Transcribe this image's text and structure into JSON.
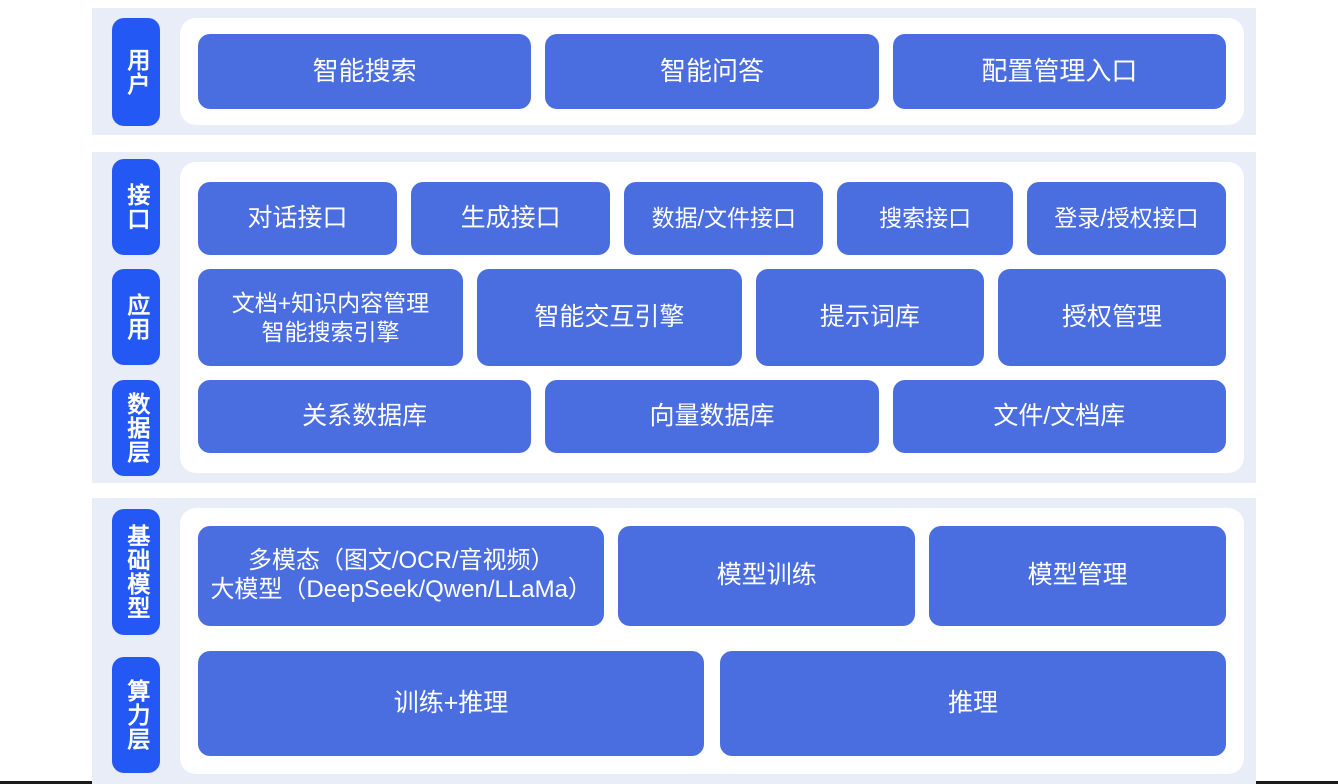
{
  "theme": {
    "page_background": "#ffffff",
    "band_background": "#e8edf7",
    "panel_background": "#ffffff",
    "tab_color": "#2458f5",
    "box_color": "#4a6ee0",
    "text_color": "#ffffff"
  },
  "sections": [
    {
      "id": "user",
      "tabs": [
        "用户"
      ],
      "rows": [
        {
          "id": "row-user",
          "boxes": [
            "智能搜索",
            "智能问答",
            "配置管理入口"
          ]
        }
      ]
    },
    {
      "id": "middle",
      "tabs": [
        "接口",
        "应用",
        "数据层"
      ],
      "rows": [
        {
          "id": "row-interface",
          "boxes": [
            "对话接口",
            "生成接口",
            "数据/文件接口",
            "搜索接口",
            "登录/授权接口"
          ]
        },
        {
          "id": "row-app",
          "boxes": [
            "文档+知识内容管理\n智能搜索引擎",
            "智能交互引擎",
            "提示词库",
            "授权管理"
          ]
        },
        {
          "id": "row-data",
          "boxes": [
            "关系数据库",
            "向量数据库",
            "文件/文档库"
          ]
        }
      ]
    },
    {
      "id": "base",
      "tabs": [
        "基础模型",
        "算力层"
      ],
      "rows": [
        {
          "id": "row-model",
          "boxes": [
            "多模态（图文/OCR/音视频）\n大模型（DeepSeek/Qwen/LLaMa）",
            "模型训练",
            "模型管理"
          ]
        },
        {
          "id": "row-compute",
          "boxes": [
            "训练+推理",
            "推理"
          ]
        }
      ]
    }
  ]
}
